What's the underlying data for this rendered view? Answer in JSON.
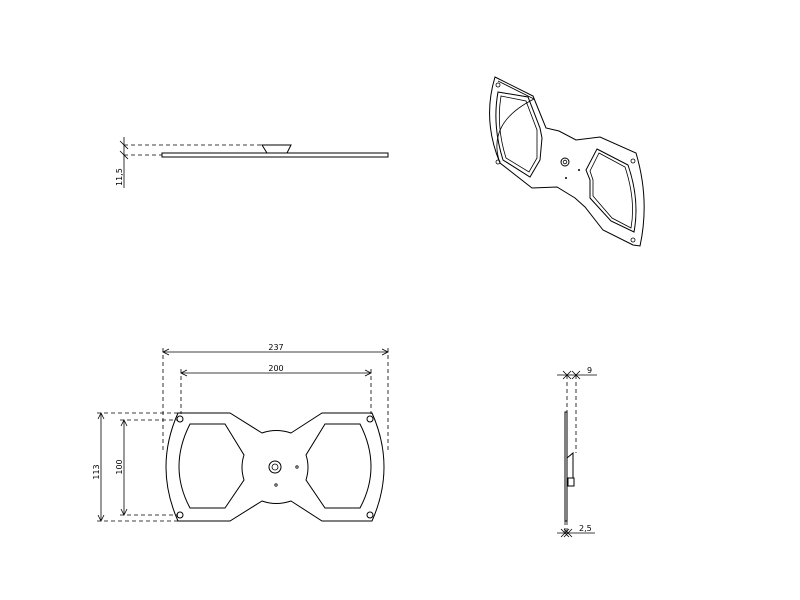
{
  "drawing": {
    "views": [
      "side-view-top",
      "isometric-view",
      "front-view",
      "side-view-right"
    ],
    "dimensions": {
      "overall_width": "237",
      "hole_spacing_width": "200",
      "overall_height": "113",
      "hole_spacing_height": "100",
      "side_thickness": "11,5",
      "boss_depth": "9",
      "plate_thickness": "2,5"
    },
    "line_color": "#000000",
    "background_color": "#ffffff"
  }
}
